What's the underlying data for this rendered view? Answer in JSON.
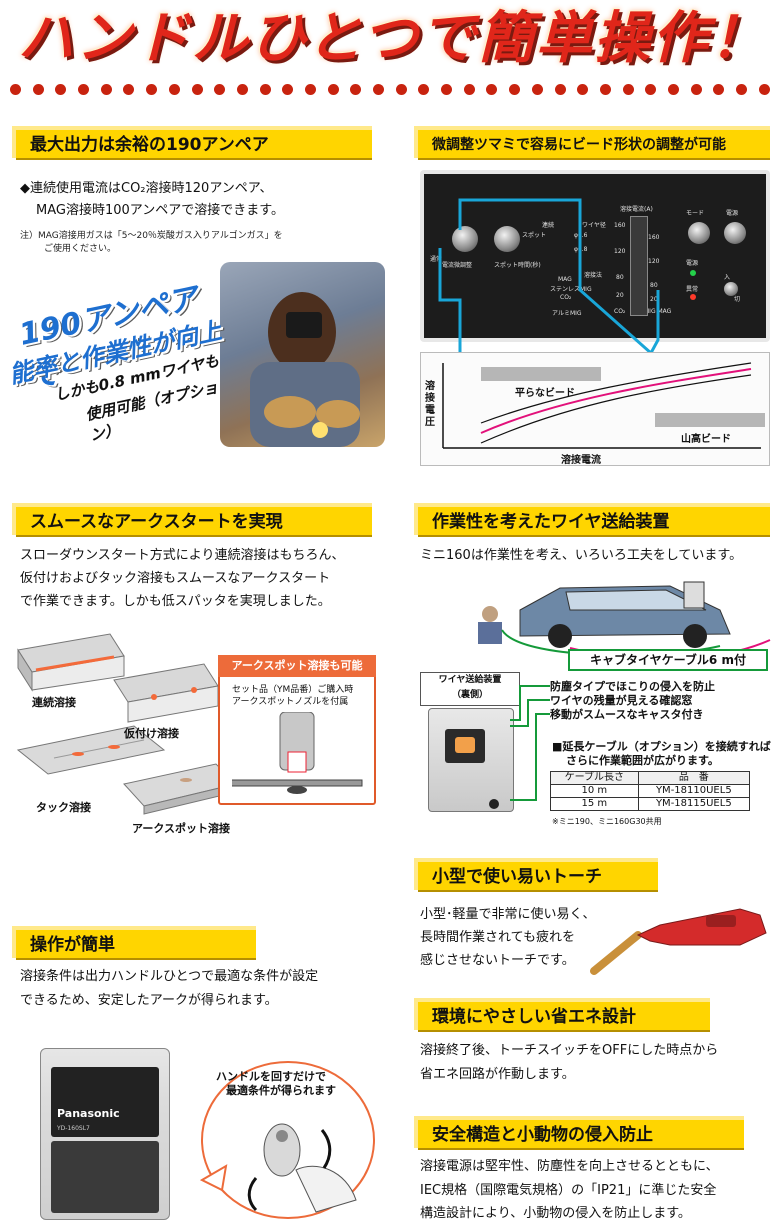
{
  "banner": {
    "title": "ハンドルひとつで簡単操作！"
  },
  "section1": {
    "heading": "最大出力は余裕の190アンペア",
    "line1": "◆連続使用電流はCO₂溶接時120アンペア、",
    "line2": "MAG溶接時100アンペアで溶接できます。",
    "note1": "注）MAG溶接用ガスは「5〜20％炭酸ガス入りアルゴンガス」を",
    "note2": "ご使用ください。",
    "callout_l1": "190アンペアで",
    "callout_l2": "能率と作業性が向上",
    "callout_l3": "しかも0.8 mmワイヤも",
    "callout_l4": "使用可能（オプション）"
  },
  "section2": {
    "heading": "微調整ツマミで容易にビード形状の調整が可能",
    "panel_labels": {
      "knob1": "電流微調整",
      "knob2": "スポット時間(秒)",
      "sw1": "通常",
      "sw2": "スポット",
      "sw3": "連続",
      "wire": "ワイヤ径",
      "w1": "φ0.6",
      "w2": "φ0.8",
      "gas": "溶接法",
      "mag": "MAG",
      "mag2": "ステンレスMIG",
      "co2": "CO₂",
      "al": "アルミMIG",
      "meter": "溶接電流(A)",
      "m1": "160",
      "m2": "120",
      "m3": "80",
      "m4": "20",
      "m5": "160",
      "m6": "120",
      "m7": "80",
      "m8": "20",
      "co2b": "CO₂",
      "migmag": "MIG MAG",
      "mode": "モード",
      "power": "電源",
      "lamp1": "電源",
      "lamp2": "異常",
      "in": "入",
      "off": "切"
    },
    "graph_y": "溶接電圧",
    "graph_x": "溶接電流",
    "bead1": "平らなビード",
    "bead2": "山高ビード"
  },
  "section3": {
    "heading": "スムースなアークスタートを実現",
    "line1": "スローダウンスタート方式により連続溶接はもちろん、",
    "line2": "仮付けおよびタック溶接もスムースなアークスタート",
    "line3": "で作業できます。しかも低スパッタを実現しました。",
    "label_cont": "連続溶接",
    "label_tack1": "仮付け溶接",
    "label_tack2": "タック溶接",
    "label_spot": "アークスポット溶接",
    "spot_box_title": "アークスポット溶接も可能",
    "spot_box_l1": "セット品（YM品番）ご購入時",
    "spot_box_l2": "アークスポットノズルを付属"
  },
  "section4": {
    "heading": "作業性を考えたワイヤ送給装置",
    "line1": "ミニ160は作業性を考え、いろいろ工夫をしています。",
    "cabtire": "キャブタイヤケーブル6 m付",
    "feeder_l1": "ワイヤ送給装置",
    "feeder_l2": "（裏側）",
    "feat1": "防塵タイプでほこりの侵入を防止",
    "feat2": "ワイヤの残量が見える確認窓",
    "feat3": "移動がスムースなキャスタ付き",
    "ext_l1": "■延長ケーブル（オプション）を接続すれば",
    "ext_l2": "さらに作業範囲が広がります。",
    "table_head": [
      "ケーブル長さ",
      "品　番"
    ],
    "table_rows": [
      [
        "10 m",
        "YM-18110UEL5"
      ],
      [
        "15 m",
        "YM-18115UEL5"
      ]
    ],
    "table_note": "※ミニ190、ミニ160G30共用"
  },
  "section5": {
    "heading": "小型で使い易いトーチ",
    "line1": "小型･軽量で非常に使い易く、",
    "line2": "長時間作業されても疲れを",
    "line3": "感じさせないトーチです。"
  },
  "section6": {
    "heading": "操作が簡単",
    "line1": "溶接条件は出力ハンドルひとつで最適な条件が設定",
    "line2": "できるため、安定したアークが得られます。",
    "machine_brand": "Panasonic",
    "machine_model": "YD-160SL7",
    "bubble_l1": "ハンドルを回すだけで",
    "bubble_l2": "最適条件が得られます"
  },
  "section7": {
    "heading": "環境にやさしい省エネ設計",
    "line1": "溶接終了後、トーチスイッチをOFFにした時点から",
    "line2": "省エネ回路が作動します。"
  },
  "section8": {
    "heading": "安全構造と小動物の侵入防止",
    "line1": "溶接電源は堅牢性、防塵性を向上させるとともに、",
    "line2": "IEC規格（国際電気規格）の「IP21」に準じた安全",
    "line3": "構造設計により、小動物の侵入を防止します。"
  },
  "colors": {
    "accent_red": "#e0261a",
    "heading_yellow": "#ffd500",
    "cyan_line": "#19a6d8",
    "magenta_line": "#e2107a",
    "green_line": "#159a3a",
    "orange_box": "#ed6b3a"
  }
}
